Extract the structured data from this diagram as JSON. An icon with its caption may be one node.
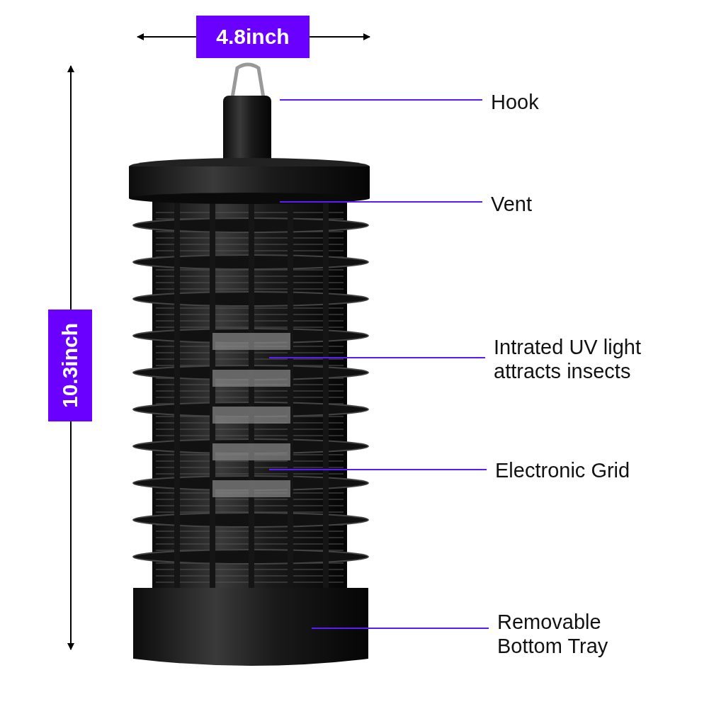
{
  "diagram": {
    "nodes": [
      {
        "text": [
          "Hook"
        ]
      },
      {
        "text": [
          "Vent"
        ]
      },
      {
        "text": [
          "Intrated UV light attracts insects"
        ]
      },
      {
        "text": [
          "Electronic Grid"
        ]
      },
      {
        "text": [
          "Removable Bottom Tray"
        ]
      }
    ],
    "edges": [
      {
        "from": 0,
        "to": null,
        "arrow": "none"
      },
      {
        "from": 1,
        "to": null,
        "arrow": "none"
      },
      {
        "from": 2,
        "to": null,
        "arrow": "none"
      },
      {
        "from": 3,
        "to": null,
        "arrow": "none"
      },
      {
        "from": 4,
        "to": null,
        "arrow": "none"
      }
    ],
    "labels": [
      "4.8inch",
      "10.3inch"
    ]
  }
}
